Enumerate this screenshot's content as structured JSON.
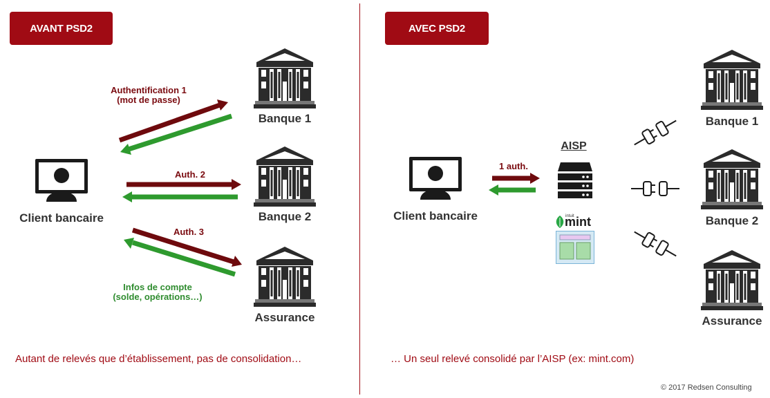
{
  "left": {
    "badge": "AVANT PSD2",
    "client_label": "Client bancaire",
    "bank1_label": "Banque 1",
    "bank2_label": "Banque 2",
    "insurance_label": "Assurance",
    "auth1_line1": "Authentification 1",
    "auth1_line2": "(mot de passe)",
    "auth2": "Auth. 2",
    "auth3": "Auth. 3",
    "info_line1": "Infos de compte",
    "info_line2": "(solde, opérations…)",
    "caption": "Autant de relevés que d’établissement, pas de consolidation…"
  },
  "right": {
    "badge": "AVEC PSD2",
    "client_label": "Client bancaire",
    "auth": "1 auth.",
    "aisp_label": "AISP",
    "mint_small": "intuit",
    "mint_logo": "mint",
    "bank1_label": "Banque 1",
    "bank2_label": "Banque 2",
    "insurance_label": "Assurance",
    "caption": "… Un seul relevé consolidé par l’AISP (ex: mint.com)"
  },
  "footer": {
    "copyright": "© 2017 Redsen Consulting"
  },
  "colors": {
    "accent": "#a00b14",
    "dark_red_arrow": "#6e0a0d",
    "green_arrow": "#2e9a2e"
  }
}
